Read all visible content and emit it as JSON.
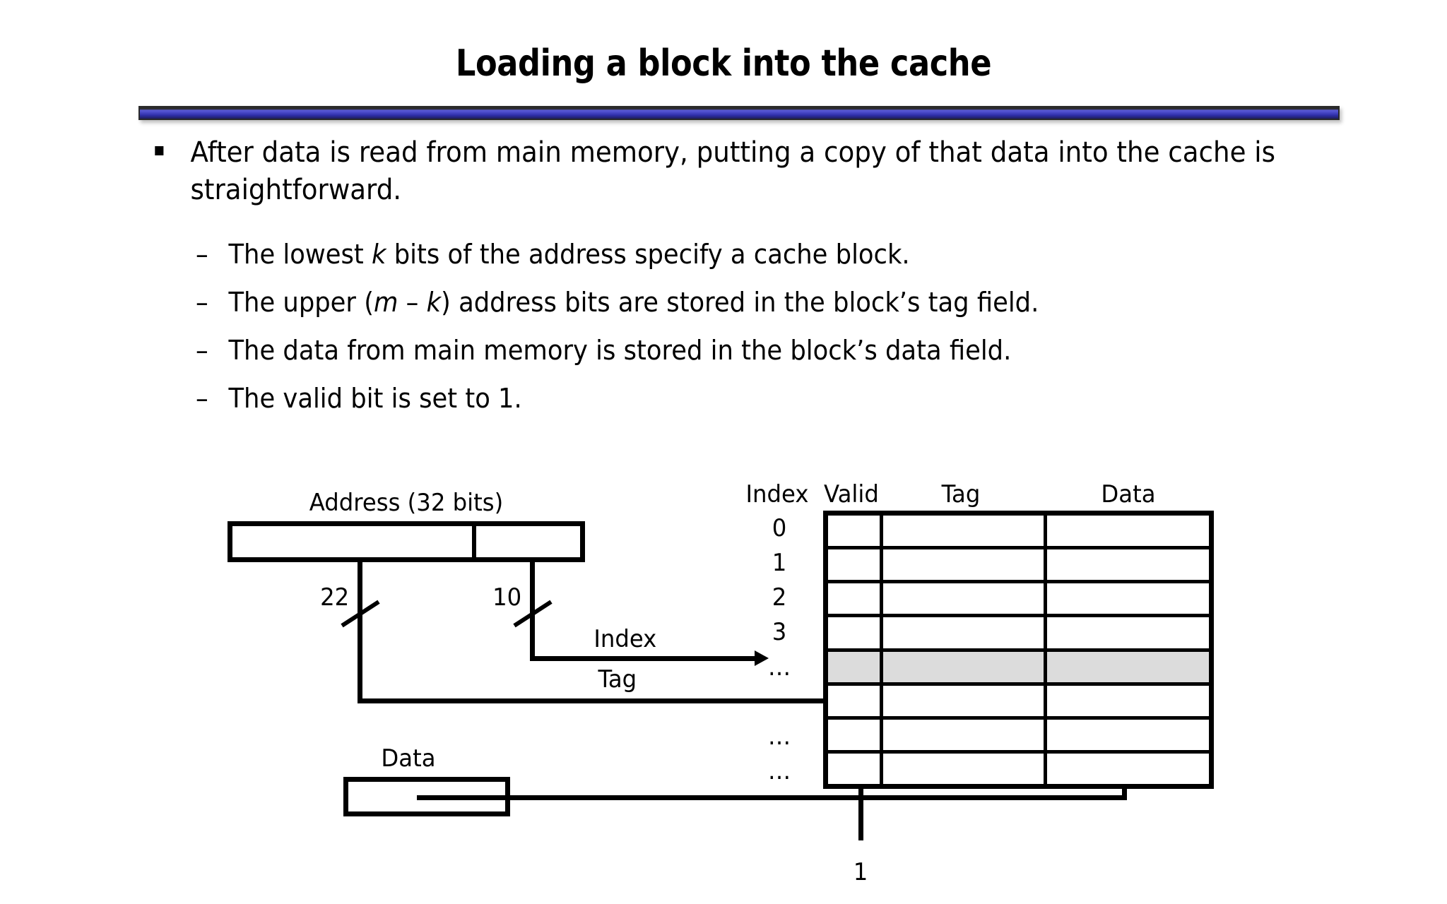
{
  "slide": {
    "title": "Loading a block into the cache"
  },
  "bullets": {
    "level1": [
      "After data is read from main memory, putting a copy of that data into the cache is straightforward."
    ],
    "level2": [
      {
        "dash": "–",
        "pre": "The lowest ",
        "em1": "k",
        "mid": " bits of the address specify a cache block.",
        "em2": "",
        "post": ""
      },
      {
        "dash": "–",
        "pre": "The upper (",
        "em1": "m",
        "mid": " – ",
        "em2": "k",
        "post": ") address bits are stored in the block’s tag field."
      },
      {
        "dash": "–",
        "pre": "The data from main memory is stored in the block’s data field.",
        "em1": "",
        "mid": "",
        "em2": "",
        "post": ""
      },
      {
        "dash": "–",
        "pre": "The valid bit is set to 1.",
        "em1": "",
        "mid": "",
        "em2": "",
        "post": ""
      }
    ]
  },
  "diagram": {
    "address_label": "Address (32 bits)",
    "tag_bits": "22",
    "index_bits": "10",
    "index_wire_label": "Index",
    "tag_wire_label": "Tag",
    "data_box_label": "Data",
    "valid_set_value": "1",
    "table": {
      "headers": {
        "index": "Index",
        "valid": "Valid",
        "tag": "Tag",
        "data": "Data"
      },
      "index_labels": [
        "0",
        "1",
        "2",
        "3",
        "…",
        "",
        "…",
        "…"
      ],
      "rows": [
        {
          "index": "0",
          "highlighted": false
        },
        {
          "index": "1",
          "highlighted": false
        },
        {
          "index": "2",
          "highlighted": false
        },
        {
          "index": "3",
          "highlighted": false
        },
        {
          "index": "…",
          "highlighted": true
        },
        {
          "index": "",
          "highlighted": false
        },
        {
          "index": "…",
          "highlighted": false
        },
        {
          "index": "…",
          "highlighted": false
        }
      ]
    }
  },
  "colors": {
    "rule_accent": "#4a4ac8",
    "highlight_row": "#dcdcdc",
    "ink": "#000000",
    "background": "#ffffff"
  }
}
